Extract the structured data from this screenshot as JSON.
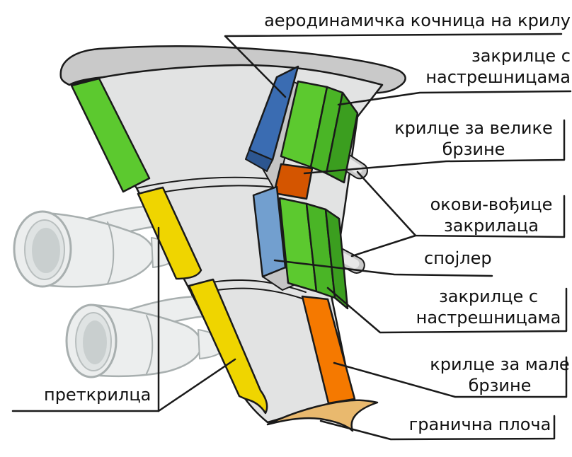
{
  "labels": {
    "airbrake": "аеродинамичка кочница на крилу",
    "flap_top": "закрилце с\nнастрешницама",
    "aileron_high": "крилце за велике\nбрзине",
    "flap_tracks": "окови-вођице\nзакрилаца",
    "spoiler": "спојлер",
    "flap_mid": "закрилце с\nнастрешницама",
    "aileron_low": "крилце за мале\nбрзине",
    "boundary_plate": "гранична плоча",
    "slats": "преткрилца"
  },
  "colors": {
    "background": "#ffffff",
    "label_text": "#111111",
    "outline": "#1a1a1a",
    "wing_surface": "#e2e3e3",
    "wing_root_band": "#c9c9c9",
    "bay_shadow": "#c5c5c5",
    "slat_green": "#5cc92f",
    "slat_yellow": "#efd500",
    "flap_green_light": "#5cc92f",
    "flap_green_mid": "#4ab526",
    "flap_green_dark": "#3b9e1f",
    "airbrake_blue": "#3a6cb2",
    "airbrake_blue_dark": "#2d5690",
    "spoiler_blue": "#729fcf",
    "aileron_high_orange": "#d45500",
    "aileron_low_orange": "#f57900",
    "boundary_plate_tan": "#e9b96e",
    "fairing_gray": "#c9c9c9",
    "fairing_highlight": "#e8e8e8",
    "engine_body": "#eceeee",
    "engine_outline": "#a8afaf",
    "engine_inner": "#dfe3e3",
    "engine_core": "#c9cfcf"
  }
}
